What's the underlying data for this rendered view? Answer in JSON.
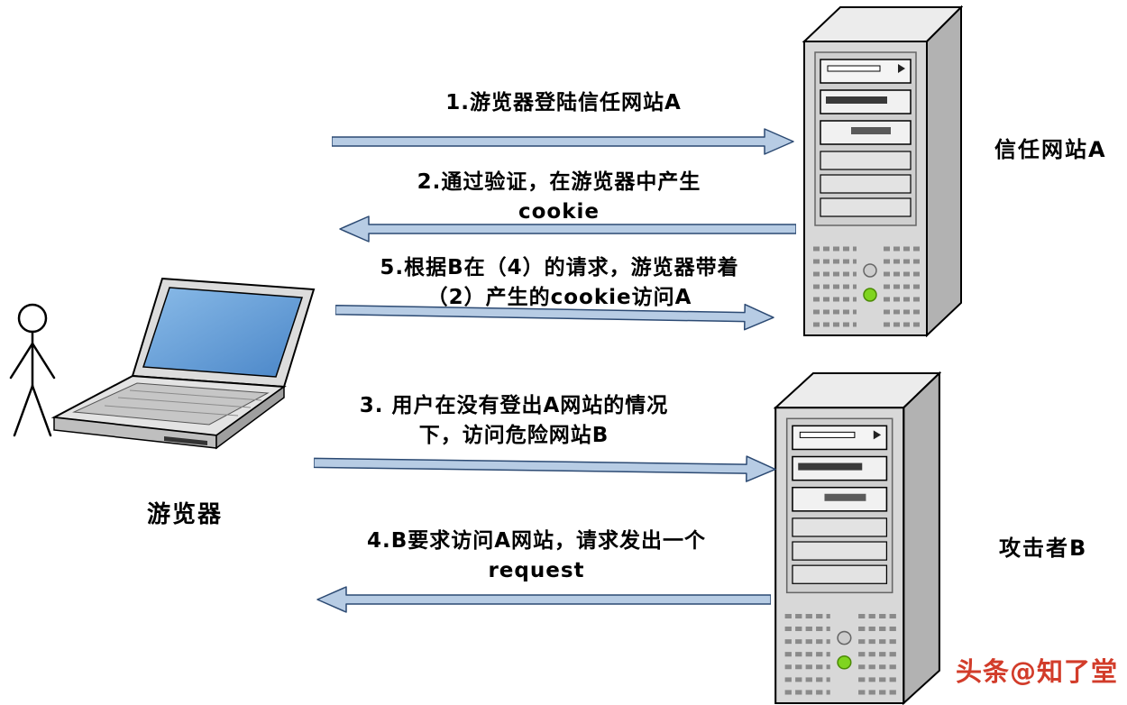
{
  "diagram": {
    "actors": {
      "browser": {
        "label": "游览器"
      },
      "server_a": {
        "label": "信任网站A"
      },
      "server_b": {
        "label": "攻击者B"
      }
    },
    "steps": [
      {
        "id": "step-1",
        "direction": "right",
        "lines": [
          "1.游览器登陆信任网站A"
        ]
      },
      {
        "id": "step-2",
        "direction": "left",
        "lines": [
          "2.通过验证，在游览器中产生",
          "cookie"
        ]
      },
      {
        "id": "step-5",
        "direction": "right",
        "lines": [
          "5.根据B在（4）的请求，游览器带着",
          "（2）产生的cookie访问A"
        ]
      },
      {
        "id": "step-3",
        "direction": "right",
        "lines": [
          "3. 用户在没有登出A网站的情况",
          "下，访问危险网站B"
        ]
      },
      {
        "id": "step-4",
        "direction": "left",
        "lines": [
          "4.B要求访问A网站，请求发出一个",
          "request"
        ]
      }
    ],
    "watermark": "头条@知了堂",
    "colors": {
      "arrow_fill": "#b7cce4",
      "arrow_stroke": "#2c4a73",
      "screen_blue": "#4a86c8",
      "led_green": "#7fd41f",
      "watermark_red": "#d23c2a",
      "text": "#000000"
    }
  }
}
